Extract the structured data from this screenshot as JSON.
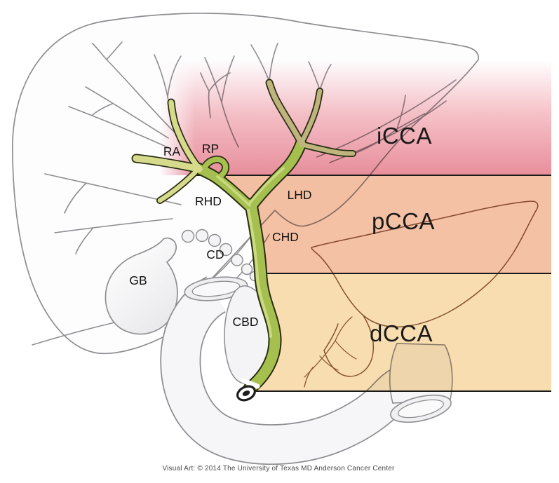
{
  "illustration": {
    "region_labels": {
      "icca": "iCCA",
      "pcca": "pCCA",
      "dcca": "dCCA"
    },
    "anatomy_labels": {
      "ra": "RA",
      "rp": "RP",
      "rhd": "RHD",
      "lhd": "LHD",
      "chd": "CHD",
      "cd": "CD",
      "gb": "GB",
      "cbd": "CBD"
    },
    "credit": "Visual Art: © 2014 The University of Texas MD Anderson Cancer Center",
    "colors": {
      "icca_top": "#ffffff",
      "icca_mid": "#f6c3c9",
      "icca_bottom": "#e98f9c",
      "pcca_band": "#f5c1a4",
      "dcca_band": "#f8ddb0",
      "duct_green": "#a6c050",
      "duct_green_light": "#cfdd86",
      "duct_yellow": "#d6db8c",
      "duct_tan": "#bdb47e",
      "duct_outline": "#2a2d12",
      "organ_outline": "#8e8e92",
      "organ_fill": "#f6f6f8",
      "pancreas_outline": "#8a5f4a",
      "divider_line": "#1b1b1b"
    }
  }
}
